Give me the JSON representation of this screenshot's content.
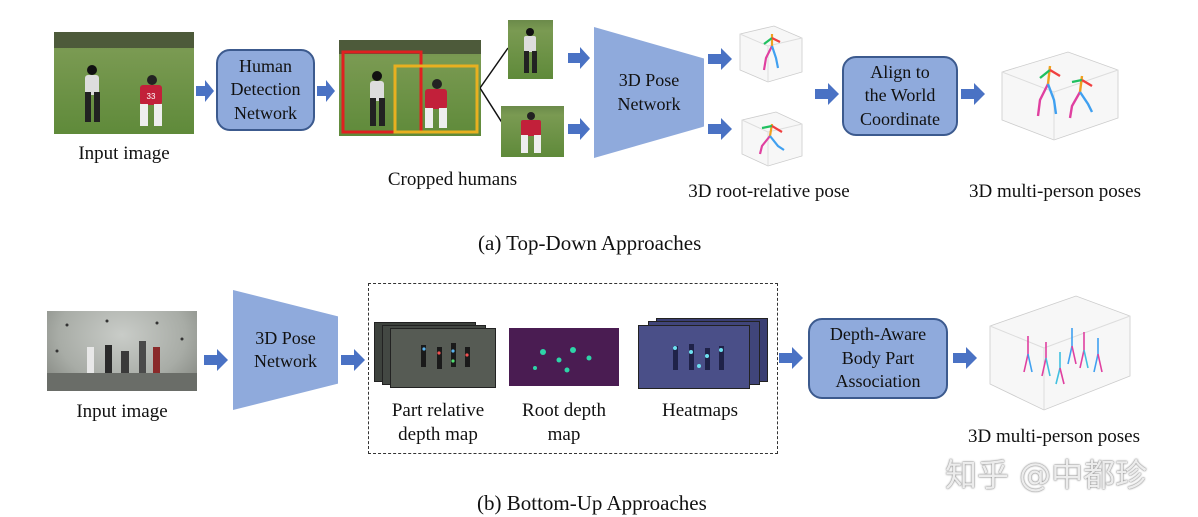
{
  "top": {
    "input_label": "Input image",
    "detector": [
      "Human",
      "Detection",
      "Network"
    ],
    "cropped_label": "Cropped humans",
    "pose_net": [
      "3D Pose",
      "Network"
    ],
    "root_rel_label": "3D root-relative pose",
    "align": [
      "Align to",
      "the World",
      "Coordinate"
    ],
    "multi_label": "3D multi-person poses",
    "caption": "(a) Top-Down Approaches",
    "jersey_number": "33"
  },
  "bottom": {
    "input_label": "Input image",
    "pose_net": [
      "3D Pose",
      "Network"
    ],
    "part_label": [
      "Part relative",
      "depth map"
    ],
    "root_label": [
      "Root depth",
      "map"
    ],
    "heat_label": "Heatmaps",
    "assoc": [
      "Depth-Aware",
      "Body Part",
      "Association"
    ],
    "multi_label": "3D multi-person poses",
    "caption": "(b) Bottom-Up Approaches"
  },
  "watermark": "知乎 @中都珍",
  "colors": {
    "box_fill": "#8faadc",
    "box_border": "#3c5a8e",
    "arrow": "#4a72c4"
  }
}
